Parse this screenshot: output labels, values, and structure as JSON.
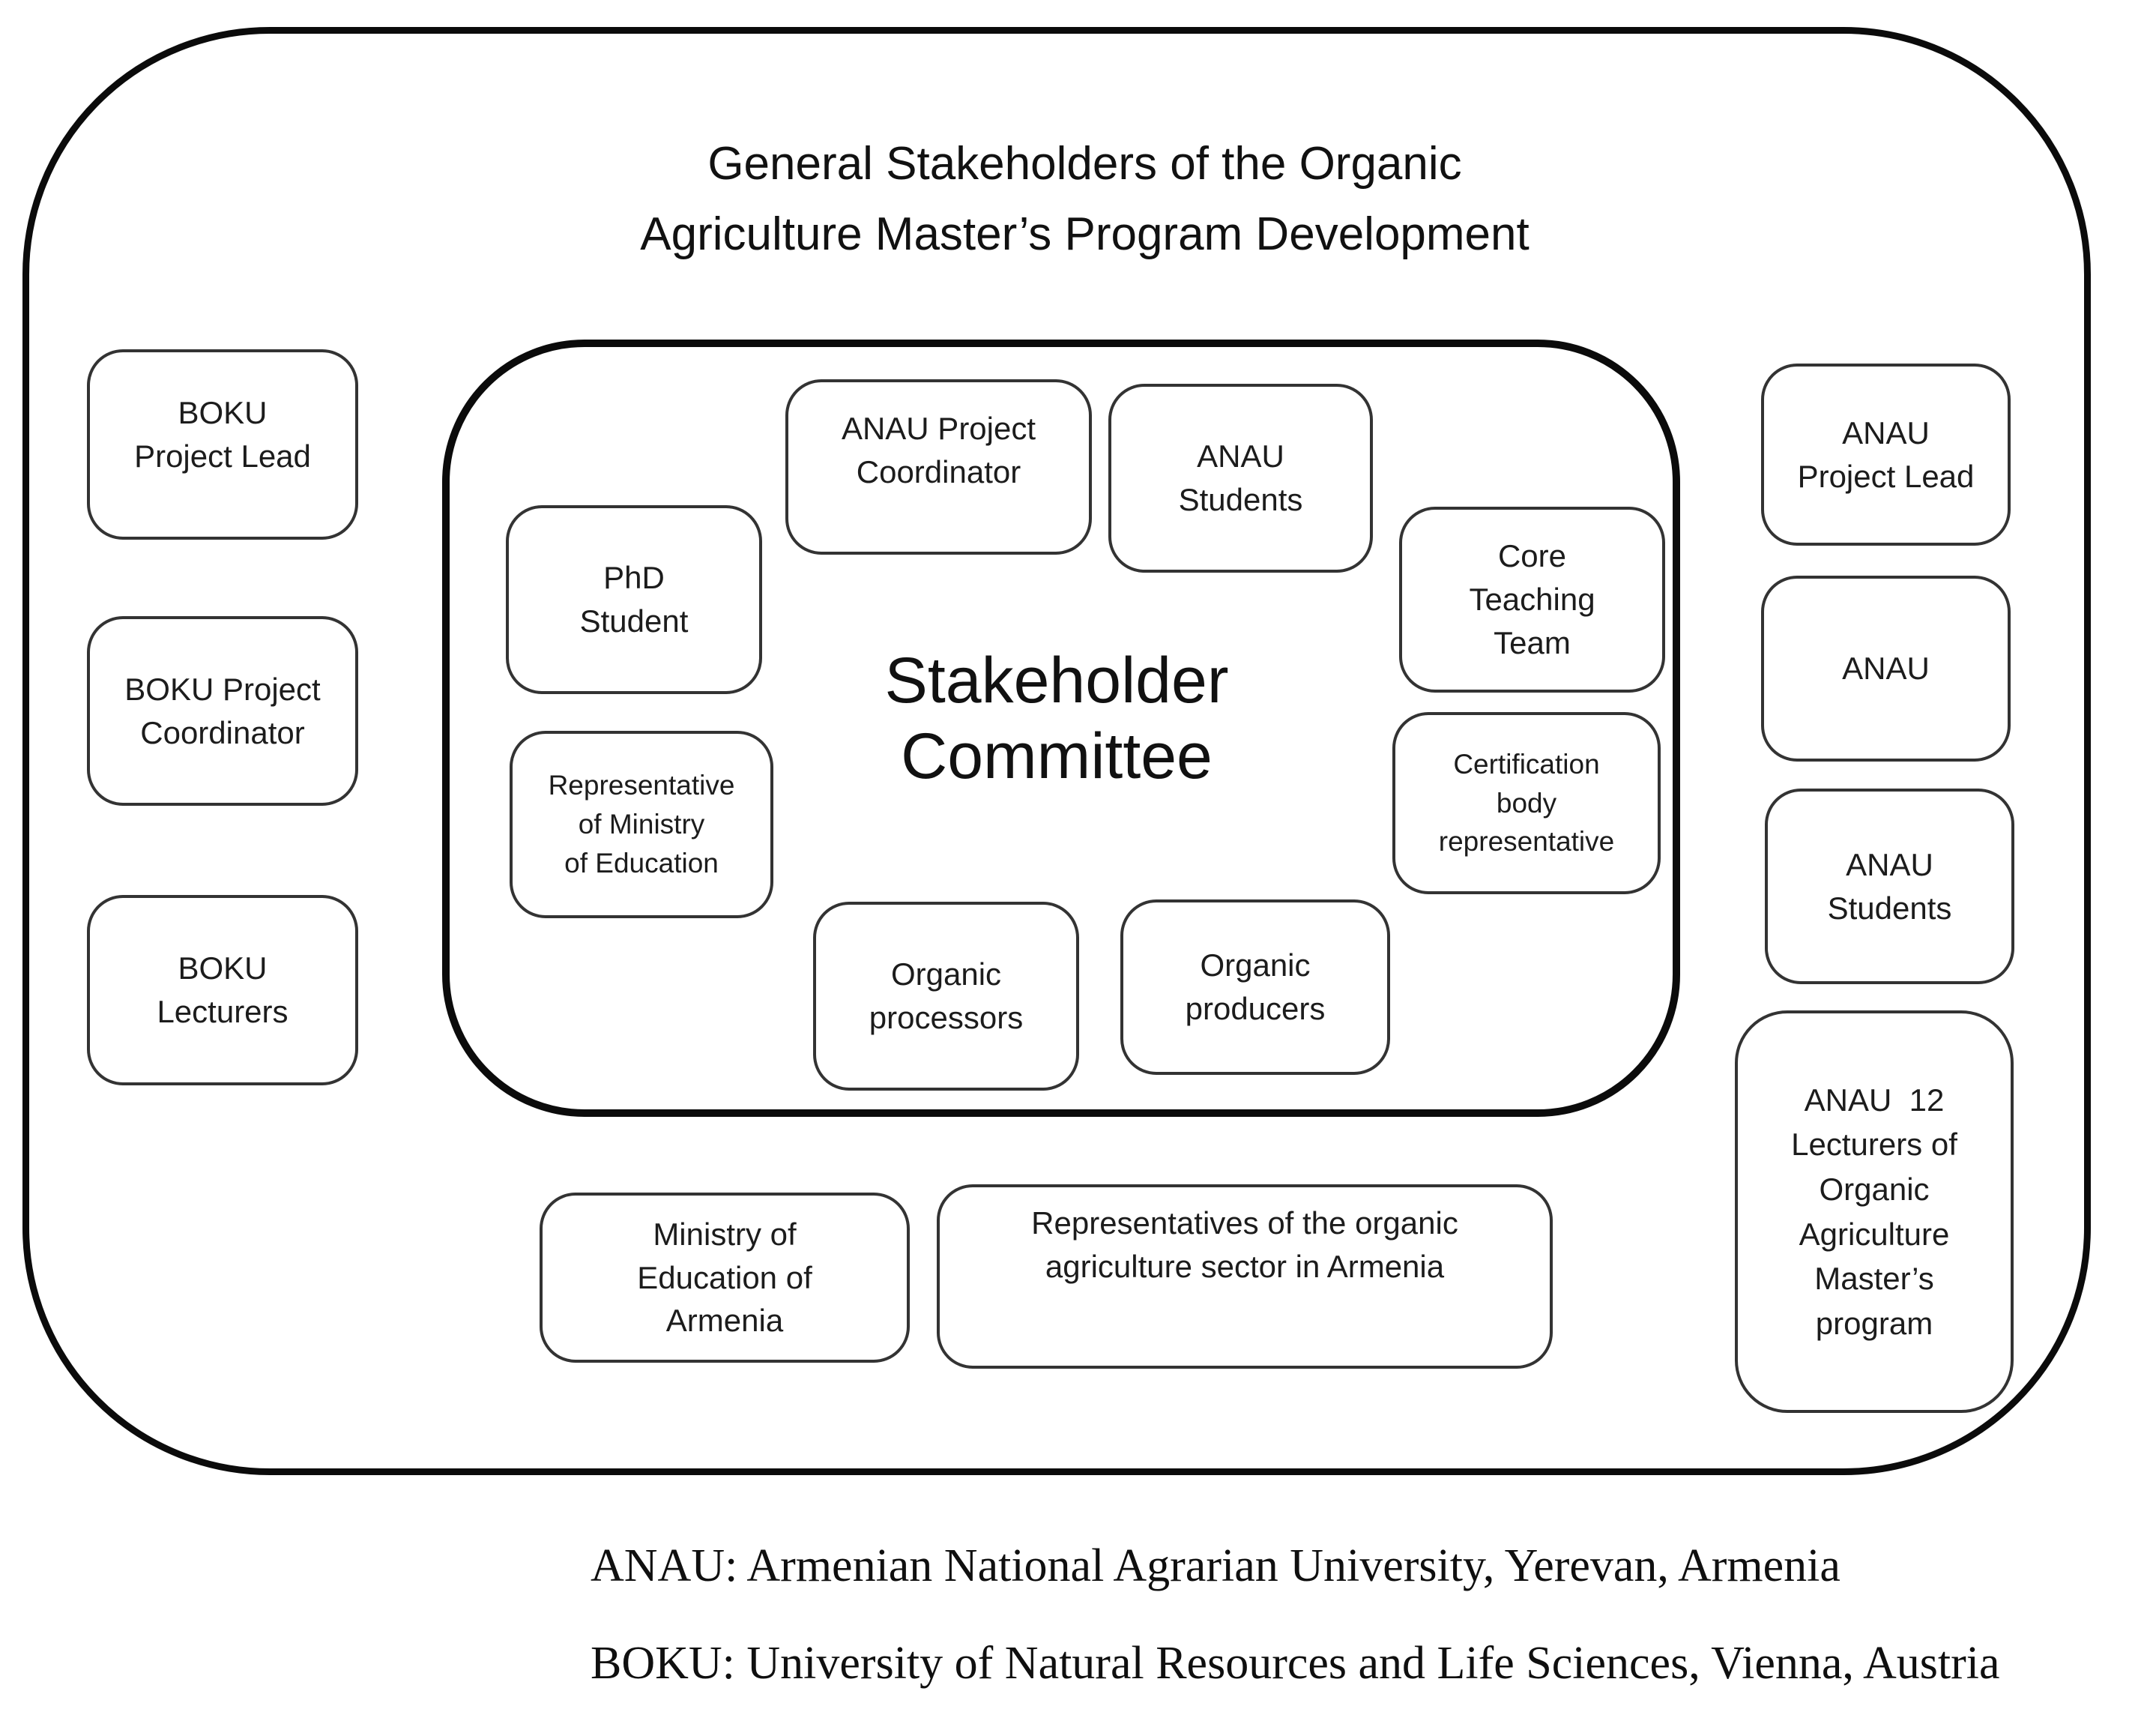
{
  "figure": {
    "title": "General Stakeholders of the Organic\nAgriculture Master’s Program Development"
  },
  "committee": {
    "title": "Stakeholder\nCommittee",
    "members": [
      {
        "label": "ANAU Project\nCoordinator"
      },
      {
        "label": "ANAU\nStudents"
      },
      {
        "label": "PhD\nStudent"
      },
      {
        "label": "Core\nTeaching\nTeam"
      },
      {
        "label": "Representative\nof Ministry\nof Education"
      },
      {
        "label": "Certification\nbody\nrepresentative"
      },
      {
        "label": "Organic\nprocessors"
      },
      {
        "label": "Organic\nproducers"
      }
    ]
  },
  "left_column": [
    {
      "label": "BOKU\nProject Lead"
    },
    {
      "label": "BOKU Project\nCoordinator"
    },
    {
      "label": "BOKU\nLecturers"
    }
  ],
  "right_column": [
    {
      "label": "ANAU\nProject Lead"
    },
    {
      "label": "ANAU"
    },
    {
      "label": "ANAU\nStudents"
    },
    {
      "label": "ANAU  12\nLecturers of\nOrganic\nAgriculture\nMaster’s\nprogram"
    }
  ],
  "bottom_row": [
    {
      "label": "Ministry of\nEducation of\nArmenia"
    },
    {
      "label": "Representatives of the organic\nagriculture sector in Armenia"
    }
  ],
  "legend": {
    "lines": [
      "ANAU: Armenian National Agrarian University, Yerevan, Armenia",
      "BOKU: University of Natural Resources and Life Sciences, Vienna, Austria"
    ]
  },
  "colors": {
    "background": "#ffffff",
    "frame_border": "#0b0b0b",
    "box_border": "#333333",
    "text": "#1c1c1c"
  }
}
